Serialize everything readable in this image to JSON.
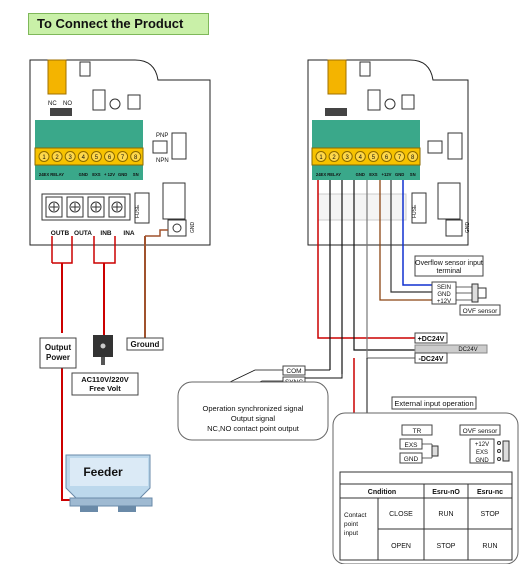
{
  "title": "To Connect the Product",
  "left_board": {
    "nc": "NC",
    "no": "NO",
    "pnp": "PNP",
    "npn": "NPN",
    "terminal_numbers": [
      "1",
      "2",
      "3",
      "4",
      "5",
      "6",
      "7",
      "8"
    ],
    "terminal_labels": [
      "24EX",
      "RELAY",
      "",
      "GND",
      "EXS",
      "+ 12V",
      "GND",
      "SN"
    ],
    "fuse": "FUSE",
    "screw_labels": [
      "OUTB",
      "OUTA",
      "INB",
      "INA"
    ],
    "gnd": "GND"
  },
  "right_board": {
    "terminal_labels": [
      "24EX",
      "RELAY",
      "",
      "GND",
      "EXS",
      "+12V",
      "GND",
      "SN"
    ],
    "fuse": "FUSE",
    "gnd": "GND"
  },
  "labels": {
    "output_power": [
      "Output",
      "Power"
    ],
    "ground": "Ground",
    "ac_supply": [
      "AC110V/220V",
      "Free  Volt"
    ],
    "feeder": "Feeder",
    "ovf_input": [
      "Overflow sensor input",
      "terminal"
    ],
    "ovf_pins": [
      "SEIN",
      "GND",
      "+12V"
    ],
    "ovf_sensor": "OVF sensor",
    "dc24_pos": "+DC24V",
    "dc24_neg": "-DC24V",
    "dc24": "DC24V",
    "com": "COM",
    "sync": "SYNC",
    "sync_note": [
      "Operation  synchronized signal",
      "Output   signal",
      "NC,NO  contact  point output"
    ],
    "ext_input": "External  input  operation",
    "tr": "TR",
    "exs": "EXS",
    "gnd": "GND",
    "ovf_sensor2": "OVF sensor",
    "ovf_pins2": [
      "+12V",
      "EXS",
      "GND"
    ]
  },
  "condition_table": {
    "headers": [
      "Cndition",
      "Esru-nO",
      "Esru-nc"
    ],
    "row_header": [
      "Contact",
      "point",
      "input"
    ],
    "rows": [
      [
        "CLOSE",
        "RUN",
        "STOP"
      ],
      [
        "OPEN",
        "STOP",
        "RUN"
      ]
    ]
  }
}
